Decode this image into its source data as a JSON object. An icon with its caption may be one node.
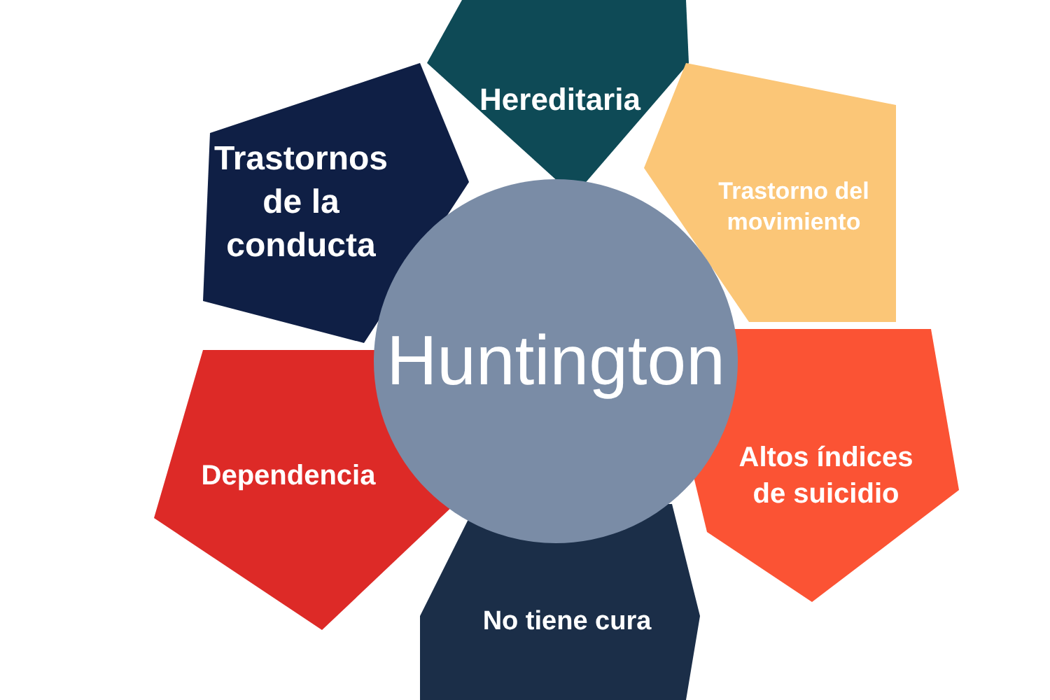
{
  "diagram": {
    "nodes": [
      {
        "text": [
          "Hereditaria"
        ]
      },
      {
        "text": [
          "Trastornos de la conducta"
        ]
      },
      {
        "text": [
          "Trastorno del movimiento"
        ]
      },
      {
        "text": [
          "Huntington"
        ]
      },
      {
        "text": [
          "Dependencia"
        ]
      },
      {
        "text": [
          "Altos índices de suicidio"
        ]
      },
      {
        "text": [
          "No tiene cura"
        ]
      }
    ]
  }
}
